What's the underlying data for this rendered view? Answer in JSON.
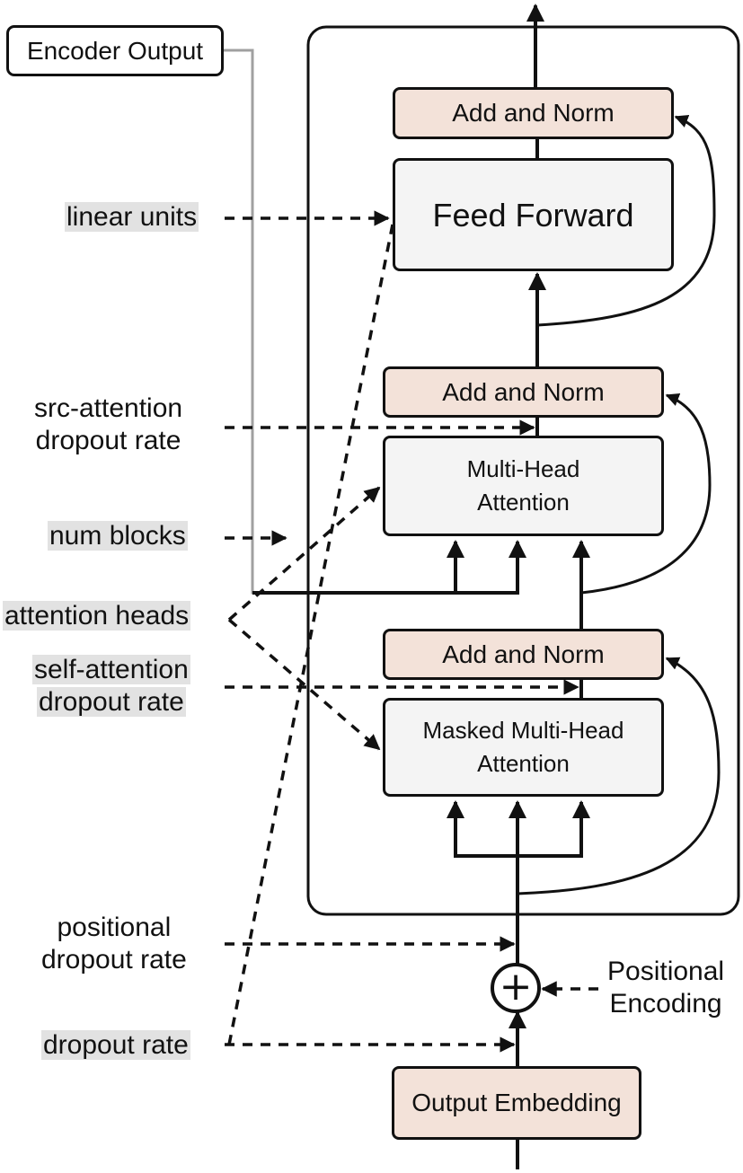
{
  "encoder_output": "Encoder Output",
  "decoder": {
    "add_norm_top": "Add and Norm",
    "feed_forward": "Feed Forward",
    "add_norm_middle": "Add and Norm",
    "multi_head_attention": [
      "Multi-Head",
      "Attention"
    ],
    "add_norm_bottom": "Add and Norm",
    "masked_attention": [
      "Masked Multi-Head",
      "Attention"
    ]
  },
  "positional_encoding": [
    "Positional",
    "Encoding"
  ],
  "output_embedding": "Output Embedding",
  "add_symbol": "+",
  "hyperparameters": {
    "linear_units": "linear units",
    "src_attention_dropout": [
      "src-attention",
      "dropout rate"
    ],
    "num_blocks": "num blocks",
    "attention_heads": "attention heads",
    "self_attention_dropout": [
      "self-attention",
      "dropout rate"
    ],
    "positional_dropout": [
      "positional",
      "dropout rate"
    ],
    "dropout_rate": "dropout rate"
  },
  "colors": {
    "norm_fill": "#f3e2d9",
    "block_fill": "#f4f4f4",
    "highlight": "#e2e2e2",
    "encoder_line": "#a0a0a0",
    "stroke": "#111111"
  }
}
